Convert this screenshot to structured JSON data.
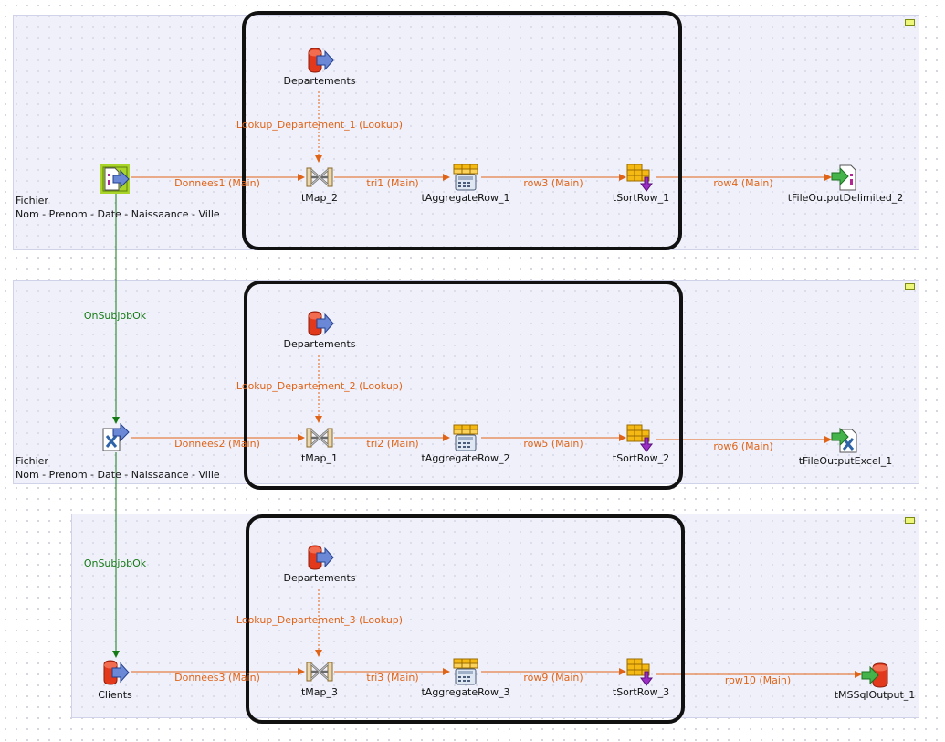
{
  "subjob1": {
    "input_label_line1": "Fichier",
    "input_label_line2": "Nom - Prenom - Date - Naissaance - Ville",
    "lookup_source": "Departements",
    "lookup_flow": "Lookup_Departement_1 (Lookup)",
    "flow_in": "Donnees1 (Main)",
    "map": "tMap_2",
    "flow_map": "tri1 (Main)",
    "aggregate": "tAggregateRow_1",
    "flow_agg": "row3 (Main)",
    "sort": "tSortRow_1",
    "flow_out": "row4 (Main)",
    "output": "tFileOutputDelimited_2"
  },
  "subjob2": {
    "input_label_line1": "Fichier",
    "input_label_line2": "Nom - Prenom - Date - Naissaance - Ville",
    "lookup_source": "Departements",
    "lookup_flow": "Lookup_Departement_2 (Lookup)",
    "flow_in": "Donnees2 (Main)",
    "map": "tMap_1",
    "flow_map": "tri2 (Main)",
    "aggregate": "tAggregateRow_2",
    "flow_agg": "row5 (Main)",
    "sort": "tSortRow_2",
    "flow_out": "row6 (Main)",
    "output": "tFileOutputExcel_1"
  },
  "subjob3": {
    "input_label": "Clients",
    "lookup_source": "Departements",
    "lookup_flow": "Lookup_Departement_3 (Lookup)",
    "flow_in": "Donnees3 (Main)",
    "map": "tMap_3",
    "flow_map": "tri3 (Main)",
    "aggregate": "tAggregateRow_3",
    "flow_agg": "row9 (Main)",
    "sort": "tSortRow_3",
    "flow_out": "row10 (Main)",
    "output": "tMSSqlOutput_1"
  },
  "triggers": {
    "trigger1": "OnSubjobOk",
    "trigger2": "OnSubjobOk"
  },
  "colors": {
    "main_flow": "#e06418",
    "trigger": "#157a15",
    "subjob_bg": "#e2e3f6",
    "highlight_box": "#111111"
  },
  "icons": {
    "delimited_input": "file-delimited-input-icon",
    "excel_input": "excel-input-icon",
    "db_input": "database-input-icon",
    "map": "tmap-icon",
    "aggregate": "aggregate-icon",
    "sort": "sort-icon",
    "delimited_output": "file-delimited-output-icon",
    "excel_output": "excel-output-icon",
    "db_output": "database-output-icon"
  }
}
